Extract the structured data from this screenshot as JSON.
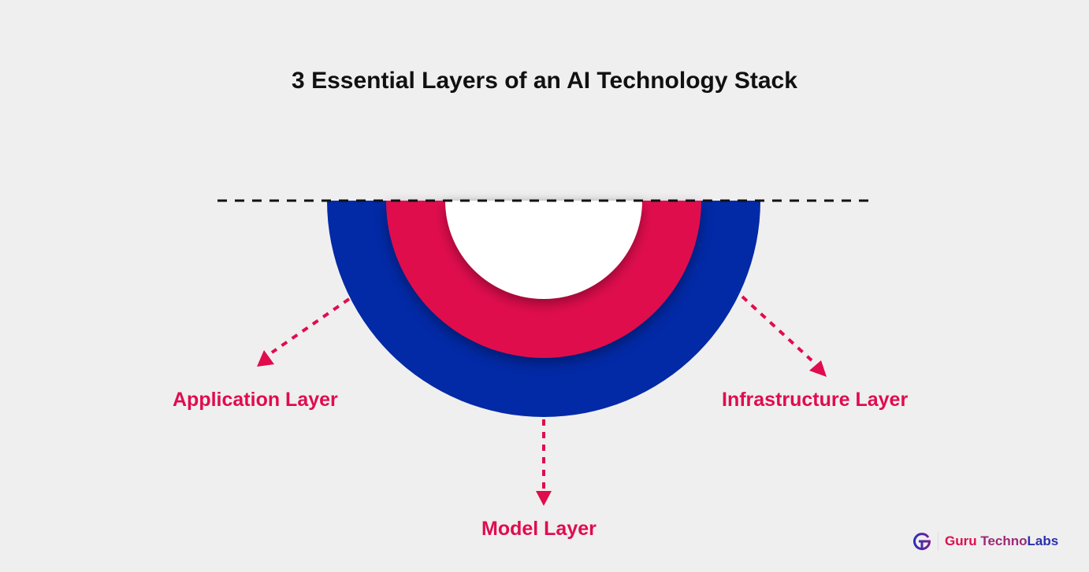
{
  "title": "3 Essential Layers of an AI Technology Stack",
  "layers": {
    "application": "Application Layer",
    "model": "Model Layer",
    "infrastructure": "Infrastructure Layer"
  },
  "brand": {
    "part1": "Guru ",
    "part2": "Techno",
    "part3": "Labs"
  },
  "colors": {
    "blue": "#0229a6",
    "red": "#e00c4e",
    "background": "#efefef"
  }
}
